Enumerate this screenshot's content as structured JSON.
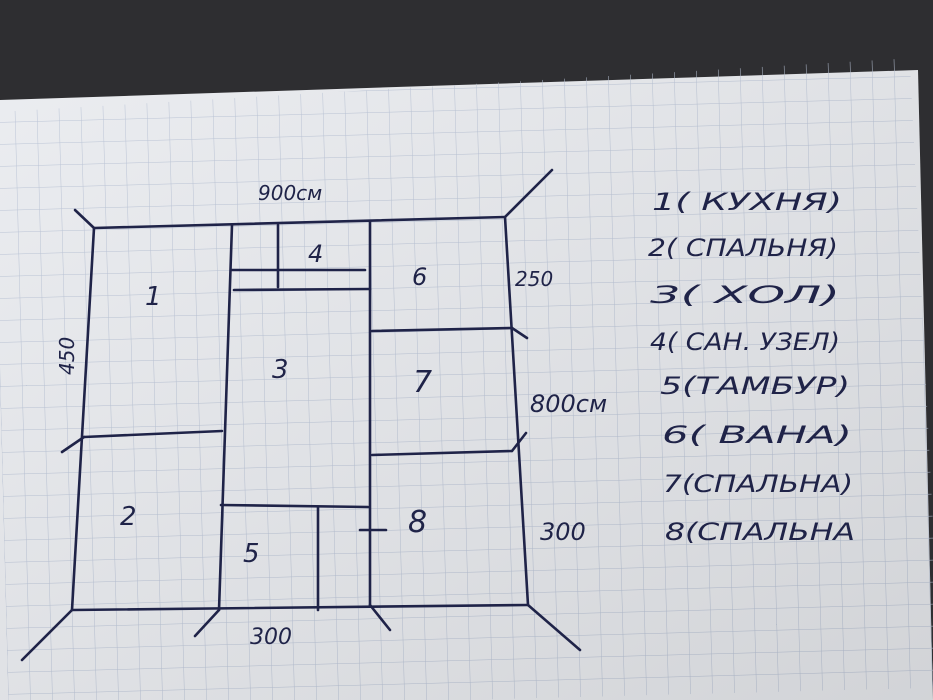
{
  "colors": {
    "background": "#2e2e31",
    "paper": "#e9ebef",
    "grid": "#b7c1d4",
    "ink": "#1f2348"
  },
  "dimensions": {
    "top_total": "900см",
    "left_height": "450",
    "right_upper": "250",
    "right_total": "800см",
    "right_lower": "300",
    "bottom": "300"
  },
  "rooms": [
    {
      "number": "1"
    },
    {
      "number": "2"
    },
    {
      "number": "3"
    },
    {
      "number": "4"
    },
    {
      "number": "5"
    },
    {
      "number": "6"
    },
    {
      "number": "7"
    },
    {
      "number": "8"
    }
  ],
  "legend": [
    "1( КУХНЯ)",
    "2( СПАЛЬНЯ)",
    "3( ХОЛ)",
    "4( САН. УЗЕЛ)",
    "5(ТАМБУР)",
    "6( ВАНА)",
    "7(СПАЛЬНА)",
    "8(СПАЛЬНА"
  ]
}
